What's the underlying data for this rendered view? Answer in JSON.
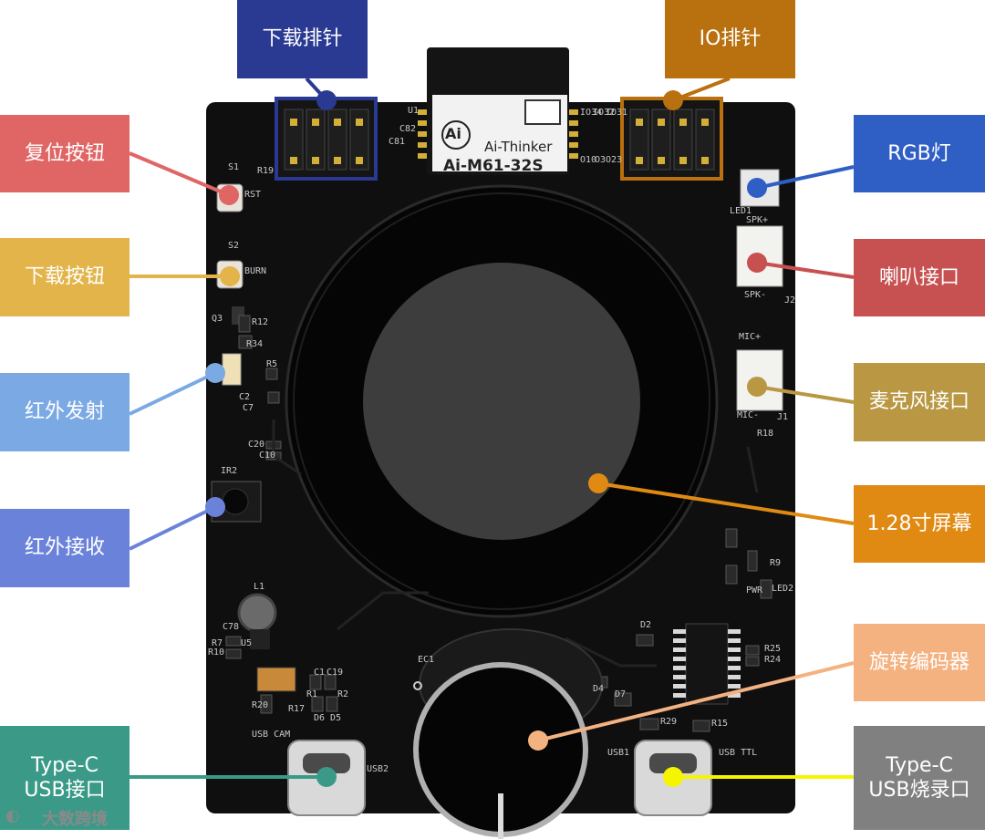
{
  "callouts": [
    {
      "id": "download-header",
      "text": "下载排针",
      "color": "#2a3a92"
    },
    {
      "id": "io-header",
      "text": "IO排针",
      "color": "#b9700f"
    },
    {
      "id": "reset-button",
      "text": "复位按钮",
      "color": "#e06666"
    },
    {
      "id": "rgb-led",
      "text": "RGB灯",
      "color": "#2f5ec4"
    },
    {
      "id": "download-button",
      "text": "下载按钮",
      "color": "#e3b44a"
    },
    {
      "id": "speaker-port",
      "text": "喇叭接口",
      "color": "#c75050"
    },
    {
      "id": "ir-transmit",
      "text": "红外发射",
      "color": "#7aa9e3"
    },
    {
      "id": "mic-port",
      "text": "麦克风接口",
      "color": "#b99743"
    },
    {
      "id": "ir-receive",
      "text": "红外接收",
      "color": "#6b82db"
    },
    {
      "id": "screen",
      "text": "1.28寸屏幕",
      "color": "#e08a14"
    },
    {
      "id": "rotary-encoder",
      "text": "旋转编码器",
      "color": "#f4b281"
    },
    {
      "id": "typec-usb",
      "text": "Type-C\nUSB接口",
      "color": "#3a9a87"
    },
    {
      "id": "typec-burn",
      "text": "Type-C\nUSB烧录口",
      "color": "#808080"
    }
  ],
  "pointer_colors": {
    "typec-burn": "#f5f500"
  },
  "module": {
    "brand": "Ai-Thinker",
    "logo": "Ai",
    "model": "Ai-M61-32S"
  },
  "silkscreen": {
    "u1": "U1",
    "s1": "S1",
    "rst": "RST",
    "r19": "R19",
    "s2": "S2",
    "burn": "BURN",
    "q3": "Q3",
    "r12": "R12",
    "r34": "R34",
    "r5": "R5",
    "c2": "C2",
    "c7": "C7",
    "c20": "C20",
    "c10": "C10",
    "ir2": "IR2",
    "l1": "L1",
    "c78": "C78",
    "r7": "R7",
    "r10": "R10",
    "u5": "U5",
    "r20": "R20",
    "r17": "R17",
    "r1": "R1",
    "r2": "R2",
    "d6": "D6",
    "d5": "D5",
    "c1": "C1",
    "c19": "C19",
    "usb_cam": "USB CAM",
    "usb2": "USB2",
    "ec1": "EC1",
    "d4": "D4",
    "d7": "D7",
    "d2": "D2",
    "r29": "R29",
    "r15": "R15",
    "usb1": "USB1",
    "usb_ttl": "USB TTL",
    "r25": "R25",
    "r24": "R24",
    "r9": "R9",
    "pwr": "PWR",
    "led2": "LED2",
    "led1": "LED1",
    "spk_plus": "SPK+",
    "spk_minus": "SPK-",
    "j2": "J2",
    "mic_plus": "MIC+",
    "mic_minus": "MIC-",
    "j1": "J1",
    "r18": "R18",
    "c81": "C81",
    "c82": "C82",
    "io34": "IO34",
    "io32": "IO32",
    "io31": "IO31",
    "o10": "O10",
    "o3": "O3",
    "o23": "O23"
  },
  "watermark": "大数跨境"
}
